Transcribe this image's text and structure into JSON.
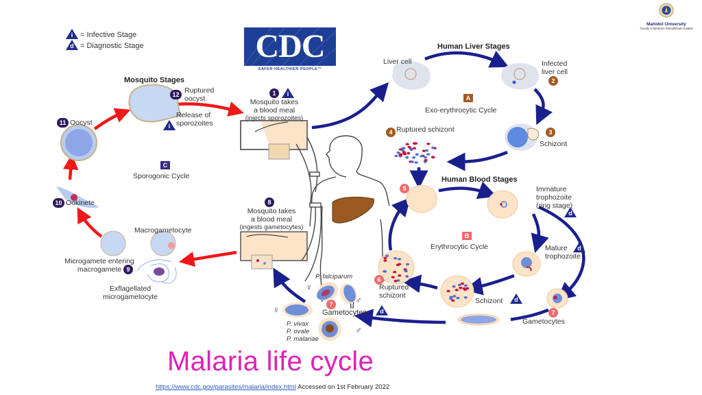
{
  "slide": {
    "title": "Malaria life cycle",
    "source_link": "https://www.cdc.gov/parasites/malaria/index.html",
    "source_note": " Accessed on 1st February 2022",
    "title_color": "#e020b8"
  },
  "logo": {
    "cdc_text": "CDC",
    "cdc_tagline": "SAFER·HEALTHIER·PEOPLE™",
    "institution": "Mahidol University",
    "faculty": "Faculty of Medicine Ramathibodi Hospital"
  },
  "legend": {
    "infective_symbol": "i",
    "infective_label": "= Infective Stage",
    "diagnostic_symbol": "d",
    "diagnostic_label": "= Diagnostic Stage"
  },
  "sections": {
    "mosquito": {
      "heading": "Mosquito Stages",
      "cycle_letter": "C",
      "cycle_name": "Sporogonic Cycle"
    },
    "liver": {
      "heading": "Human Liver Stages",
      "cycle_letter": "A",
      "cycle_name": "Exo-erythrocytic Cycle"
    },
    "blood": {
      "heading": "Human Blood Stages",
      "cycle_letter": "B",
      "cycle_name": "Erythrocytic Cycle"
    }
  },
  "stages": {
    "s1": {
      "num": "1",
      "line1": "Mosquito takes",
      "line2": "a blood meal",
      "line3": "(injects sporozoites)"
    },
    "liver_cell": "Liver cell",
    "s2": {
      "num": "2",
      "line1": "Infected",
      "line2": "liver cell"
    },
    "s3": {
      "num": "3",
      "label": "Schizont"
    },
    "s4": {
      "num": "4",
      "label": "Ruptured schizont"
    },
    "s5": {
      "num": "5"
    },
    "immature": {
      "line1": "Immature",
      "line2": "trophozoite",
      "line3": "(ring stage)"
    },
    "mature": {
      "line1": "Mature",
      "line2": "trophozoite"
    },
    "schizont_blood": "Schizont",
    "s6": {
      "num": "6",
      "line1": "Ruptured",
      "line2": "schizont"
    },
    "s7_right": {
      "num": "7",
      "label": "Gametocytes"
    },
    "s7_left": {
      "num": "7",
      "label": "Gametocytes"
    },
    "species_falciparum": "P. falciparum",
    "species_vivax": "P. vivax",
    "species_ovale": "P. ovale",
    "species_malariae": "P. malariae",
    "female_symbol": "♀",
    "male_symbol": "♂",
    "s8": {
      "num": "8",
      "line1": "Mosquito takes",
      "line2": "a blood meal",
      "line3": "(ingests gametocytes)"
    },
    "s9": {
      "num": "9",
      "line1": "Microgamete entering",
      "line2": "macrogamete"
    },
    "macrogametocyte": "Macrogametocyte",
    "exflagellated": {
      "line1": "Exflagellated",
      "line2": "microgametocyte"
    },
    "s10": {
      "num": "10",
      "label": "Ookinete"
    },
    "s11": {
      "num": "11",
      "label": "Oocyst"
    },
    "s12": {
      "num": "12",
      "line1": "Ruptured",
      "line2": "oocyst"
    },
    "release": {
      "line1": "Release of",
      "line2": "sporozoites"
    }
  },
  "colors": {
    "human_arrow": "#1a1f8e",
    "mosquito_arrow": "#f01818",
    "rbc": "#fde3c8",
    "parasite_blue": "#6f8fd8",
    "parasite_red": "#c8143c",
    "liver_organ": "#9a5a22",
    "mosquito_num": "#2e1a5e",
    "liver_num": "#a45a20",
    "blood_num": "#f06a6a"
  }
}
